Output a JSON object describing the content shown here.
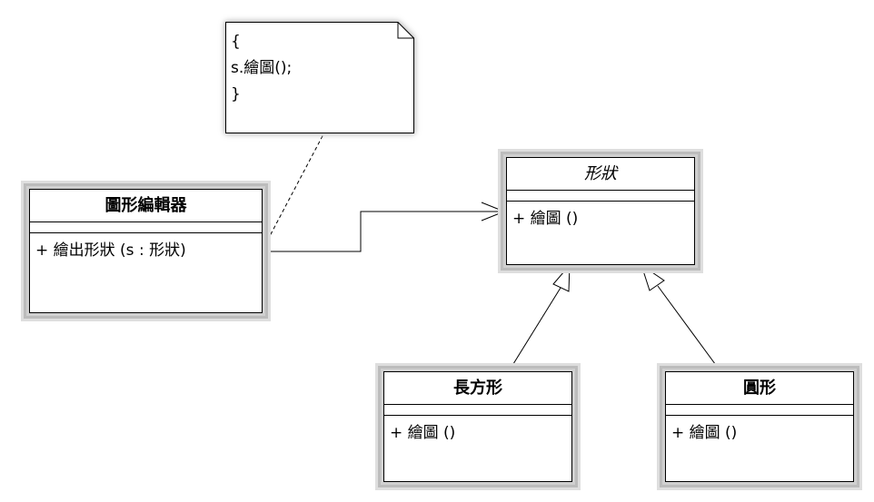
{
  "note": {
    "lines": [
      "{",
      "s.繪圖();",
      "}"
    ]
  },
  "classes": {
    "editor": {
      "name": "圖形編輯器",
      "operation": "+ 繪出形狀 (s : 形狀)"
    },
    "shape": {
      "name": "形狀",
      "operation": "+ 繪圖 ()",
      "abstract": true
    },
    "rectangle": {
      "name": "長方形",
      "operation": "+ 繪圖 ()"
    },
    "circle": {
      "name": "圓形",
      "operation": "+ 繪圖 ()"
    }
  }
}
